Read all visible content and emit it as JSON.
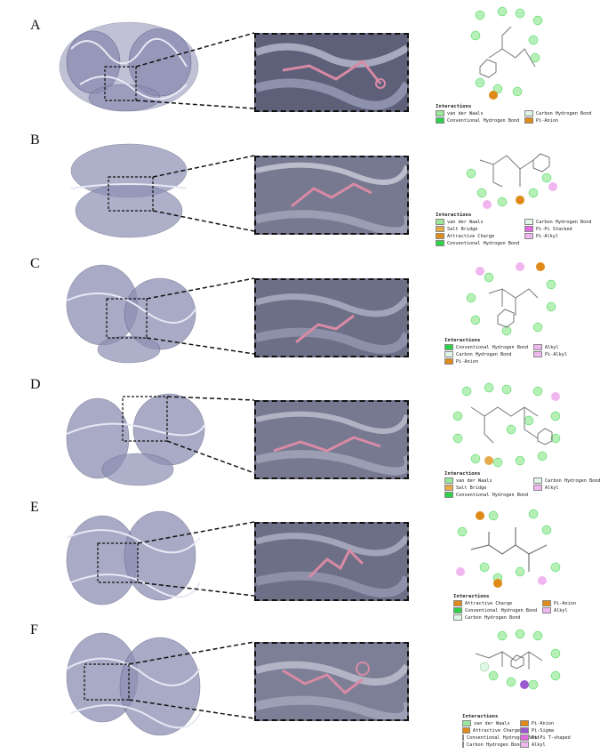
{
  "panels": [
    {
      "letter": "A",
      "legend": [
        "van der Waals",
        "Carbon Hydrogen Bond",
        "Conventional Hydrogen Bond",
        "Pi-Anion"
      ],
      "colors": [
        "#9be89b",
        "#dff5e6",
        "#2fd14a",
        "#e08a1a"
      ]
    },
    {
      "letter": "B",
      "legend": [
        "van der Waals",
        "Carbon Hydrogen Bond",
        "Salt Bridge",
        "Pi-Pi Stacked",
        "Attractive Charge",
        "Pi-Alkyl",
        "Conventional Hydrogen Bond"
      ],
      "colors": [
        "#9be89b",
        "#dff5e6",
        "#e8a94a",
        "#e06adf",
        "#e08a1a",
        "#f0b6ef",
        "#2fd14a"
      ]
    },
    {
      "letter": "C",
      "legend": [
        "Conventional Hydrogen Bond",
        "Alkyl",
        "Carbon Hydrogen Bond",
        "Pi-Alkyl",
        "Pi-Anion"
      ],
      "colors": [
        "#2fd14a",
        "#f0b6ef",
        "#dff5e6",
        "#f0b6ef",
        "#e08a1a"
      ]
    },
    {
      "letter": "D",
      "legend": [
        "van der Waals",
        "Carbon Hydrogen Bond",
        "Salt Bridge",
        "Alkyl",
        "Conventional Hydrogen Bond"
      ],
      "colors": [
        "#9be89b",
        "#dff5e6",
        "#e8a94a",
        "#f0b6ef",
        "#2fd14a"
      ]
    },
    {
      "letter": "E",
      "legend": [
        "Attractive Charge",
        "Pi-Anion",
        "Conventional Hydrogen Bond",
        "Alkyl",
        "Carbon Hydrogen Bond"
      ],
      "colors": [
        "#e08a1a",
        "#e08a1a",
        "#2fd14a",
        "#f0b6ef",
        "#dff5e6"
      ]
    },
    {
      "letter": "F",
      "legend": [
        "van der Waals",
        "Pi-Anion",
        "Attractive Charge",
        "Pi-Sigma",
        "Conventional Hydrogen Bond",
        "Pi-Pi T-shaped",
        "Carbon Hydrogen Bond",
        "Alkyl"
      ],
      "colors": [
        "#9be89b",
        "#e08a1a",
        "#e08a1a",
        "#9b59d0",
        "#2fd14a",
        "#e06adf",
        "#dff5e6",
        "#f0b6ef"
      ]
    }
  ],
  "legend_title": "Interactions"
}
